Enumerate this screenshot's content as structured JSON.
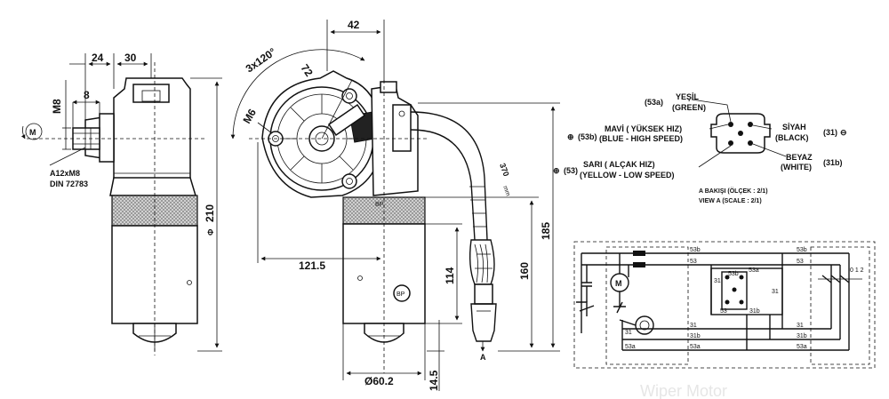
{
  "dimensions": {
    "d24": "24",
    "d30": "30",
    "m8": "M8",
    "d8": "8",
    "thread": "A12xM8",
    "din": "DIN 72783",
    "d210": "210",
    "phi": "Φ",
    "d42": "42",
    "angle": "3x120°",
    "d72": "72",
    "m6": "M6",
    "d121": "121.5",
    "d370": "370",
    "mm": "mm",
    "d114": "114",
    "d160": "160",
    "d185": "185",
    "d60": "Ø60.2",
    "d14": "14.5",
    "view_marker": "A",
    "motor": "M",
    "bp": "BP"
  },
  "connector": {
    "green_code": "(53a)",
    "green_tr": "YEŞİL",
    "green_en": "(GREEN)",
    "blue_code": "(53b)",
    "blue_tr": "MAVİ ( YÜKSEK HIZ)",
    "blue_en": "(BLUE - HIGH SPEED)",
    "yellow_code": "(53)",
    "yellow_tr": "SARI ( ALÇAK HIZ)",
    "yellow_en": "(YELLOW - LOW SPEED)",
    "black_tr": "SİYAH",
    "black_en": "(BLACK)",
    "black_code": "(31)",
    "white_tr": "BEYAZ",
    "white_en": "(WHITE)",
    "white_code": "(31b)",
    "plus": "⊕",
    "minus": "⊖",
    "view_tr": "A BAKIŞI  (ÖLÇEK : 2/1)",
    "view_en": "VIEW A       (SCALE : 2/1)"
  },
  "schematic": {
    "t53b": "53b",
    "t53": "53",
    "t53a": "53a",
    "t31": "31",
    "t31b": "31b",
    "motor": "M",
    "switch": "0  1  2"
  },
  "footer_text": "Wiper Motor"
}
